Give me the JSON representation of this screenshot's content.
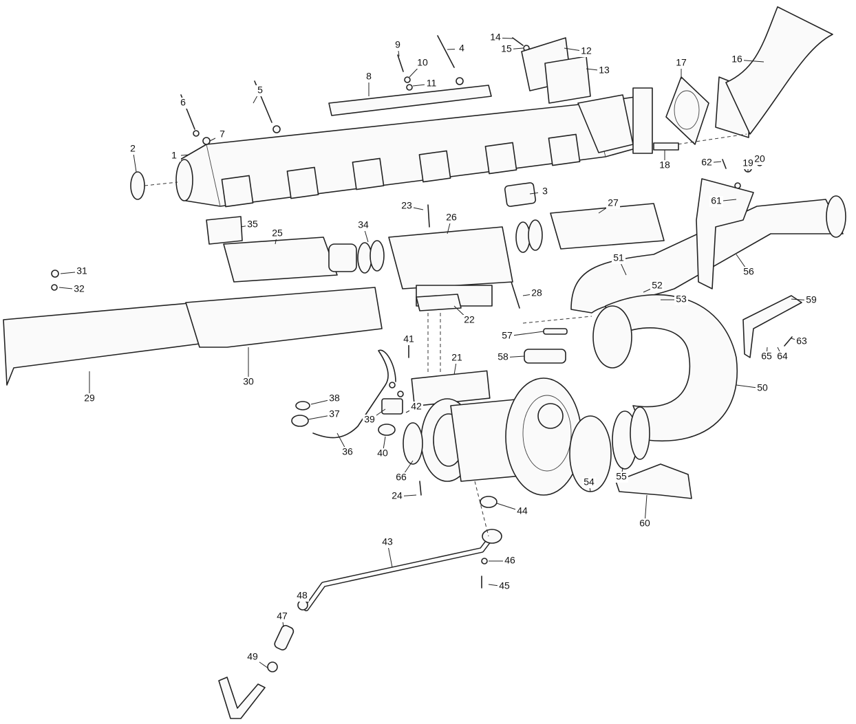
{
  "callouts": [
    "1",
    "2",
    "3",
    "4",
    "5",
    "6",
    "7",
    "8",
    "9",
    "10",
    "11",
    "12",
    "13",
    "14",
    "15",
    "16",
    "17",
    "18",
    "19",
    "20",
    "21",
    "22",
    "23",
    "24",
    "25",
    "26",
    "27",
    "28",
    "29",
    "30",
    "31",
    "32",
    "34",
    "35",
    "36",
    "37",
    "38",
    "39",
    "40",
    "41",
    "42",
    "43",
    "44",
    "45",
    "46",
    "47",
    "48",
    "49",
    "50",
    "51",
    "52",
    "53",
    "54",
    "55",
    "56",
    "57",
    "58",
    "59",
    "60",
    "61",
    "62",
    "63",
    "64",
    "65",
    "66"
  ]
}
